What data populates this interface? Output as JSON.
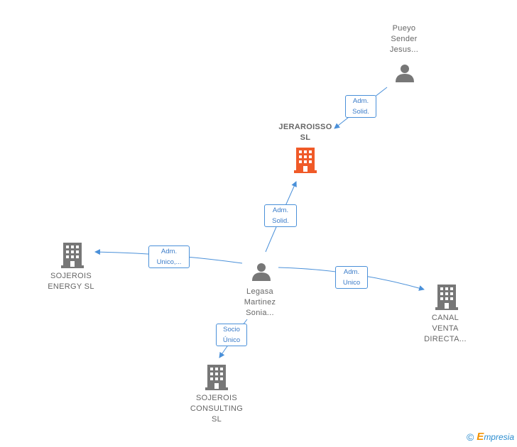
{
  "nodes": {
    "pueyo": {
      "lines": [
        "Pueyo",
        "Sender",
        "Jesus..."
      ],
      "kind": "person"
    },
    "jeraroisso": {
      "lines": [
        "JERAROISSO",
        "SL"
      ],
      "kind": "company-main"
    },
    "sojerois_energy": {
      "lines": [
        "SOJEROIS",
        "ENERGY  SL"
      ],
      "kind": "company"
    },
    "legasa": {
      "lines": [
        "Legasa",
        "Martinez",
        "Sonia..."
      ],
      "kind": "person"
    },
    "canal_venta": {
      "lines": [
        "CANAL",
        "VENTA",
        "DIRECTA..."
      ],
      "kind": "company"
    },
    "sojerois_consulting": {
      "lines": [
        "SOJEROIS",
        "CONSULTING",
        "SL"
      ],
      "kind": "company"
    }
  },
  "edges": {
    "pueyo_jeraroisso": [
      "Adm.",
      "Solid."
    ],
    "legasa_jeraroisso": [
      "Adm.",
      "Solid."
    ],
    "legasa_energy": [
      "Adm.",
      "Unico,..."
    ],
    "legasa_canal": [
      "Adm.",
      "Unico"
    ],
    "legasa_consulting": [
      "Socio",
      "Único"
    ]
  },
  "colors": {
    "edge": "#4a90d9",
    "person_icon": "#777777",
    "company_icon": "#777777",
    "main_company_icon": "#f05a28"
  },
  "watermark": {
    "copyright": "©",
    "brand_initial": "E",
    "brand_rest": "mpresia"
  }
}
